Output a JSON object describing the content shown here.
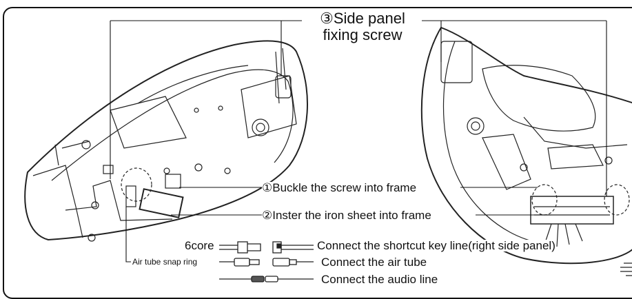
{
  "title_line1": "③Side panel",
  "title_line2": "fixing screw",
  "callout_1": "①Buckle the screw into frame",
  "callout_2": "②Inster the iron sheet into frame",
  "legend": {
    "core_label": "6core",
    "shortcut": "Connect the shortcut key line(right side panel)",
    "air_tube_snap_ring": "Air tube snap ring",
    "air_tube": "Connect the air tube",
    "audio": "Connect the audio line"
  }
}
